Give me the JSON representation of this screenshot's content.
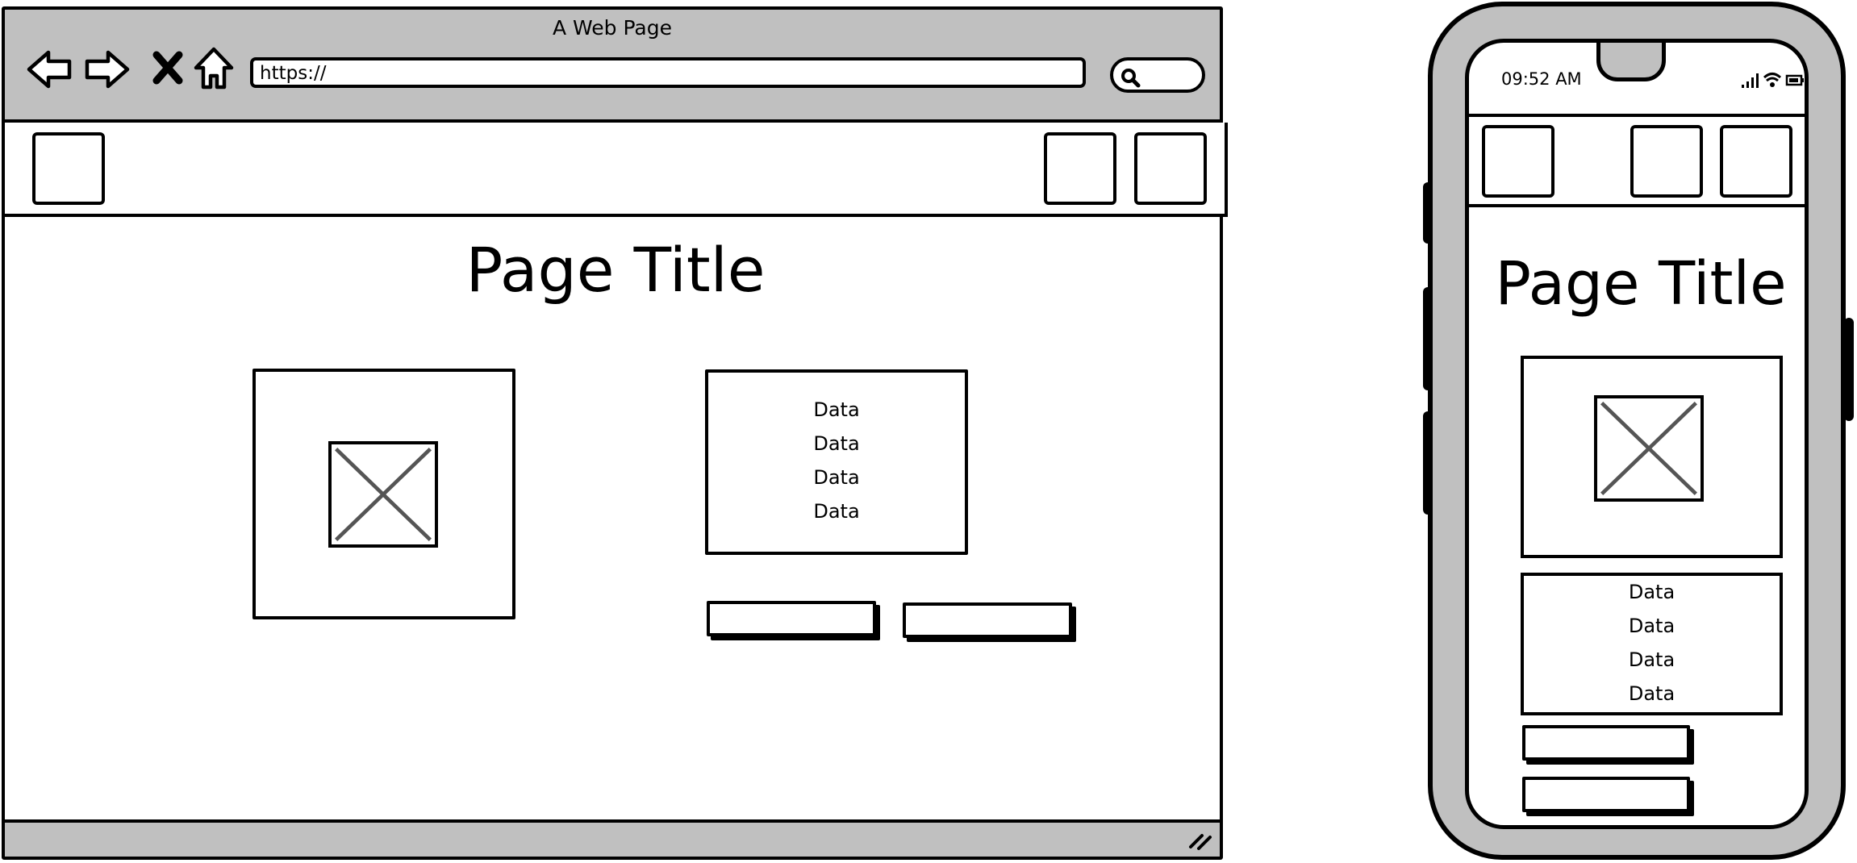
{
  "desktop": {
    "window_title": "A Web Page",
    "url": "https://",
    "page_title": "Page Title",
    "data_items": [
      "Data",
      "Data",
      "Data",
      "Data"
    ]
  },
  "mobile": {
    "status_time": "09:52 AM",
    "page_title": "Page Title",
    "data_items": [
      "Data",
      "Data",
      "Data",
      "Data"
    ]
  },
  "icons": [
    "back-arrow-icon",
    "forward-arrow-icon",
    "stop-icon",
    "home-icon",
    "search-icon",
    "signal-icon",
    "wifi-icon",
    "battery-icon",
    "resize-grip-icon",
    "image-placeholder-icon"
  ],
  "colors": {
    "chrome_gray": "#c0c0c0",
    "placeholder_stroke": "#555555"
  }
}
